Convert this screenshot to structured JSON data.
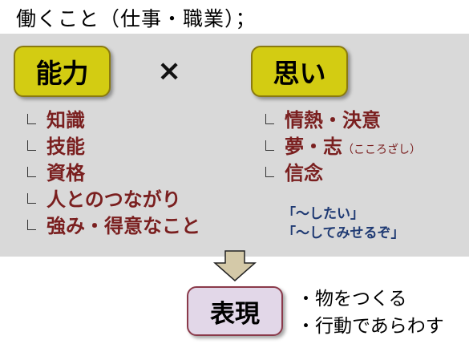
{
  "title": "働くこと（仕事・職業）；",
  "ability": {
    "label": "能力",
    "items": [
      "知識",
      "技能",
      "資格",
      "人とのつながり",
      "強み・得意なこと"
    ]
  },
  "operator": "×",
  "thought": {
    "label": "思い",
    "items": [
      {
        "text": "情熱・決意",
        "note": ""
      },
      {
        "text": "夢・志",
        "note": "（こころざし）"
      },
      {
        "text": "信念",
        "note": ""
      }
    ],
    "quotes": [
      "「～したい」",
      "「～してみせるぞ」"
    ]
  },
  "expression": {
    "label": "表現",
    "actions": [
      "・物をつくる",
      "・行動であらわす"
    ]
  },
  "colors": {
    "highlight_box": "#d3cc12",
    "item_text": "#7a1f1f",
    "quote_text": "#1f3a73",
    "express_box": "#e2d7e8",
    "panel_bg": "#d9d9d9"
  }
}
